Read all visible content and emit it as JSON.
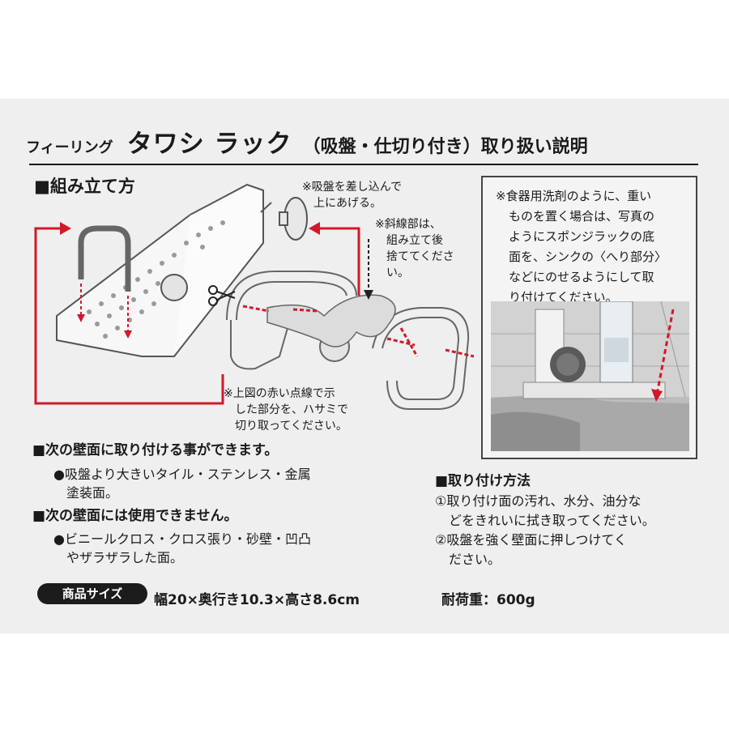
{
  "title": {
    "brand": "フィーリング",
    "product": "タワシ ラック",
    "subtitle": "（吸盤・仕切り付き）取り扱い説明"
  },
  "assembly": {
    "heading": "■組み立て方",
    "note_suction": [
      "※吸盤を差し込んで",
      "上にあげる。"
    ],
    "note_hatched": [
      "※斜線部は、",
      "組み立て後",
      "捨ててくださ",
      "い。"
    ],
    "note_cut": [
      "※上図の赤い点線で示",
      "した部分を、ハサミで",
      "切り取ってください。"
    ]
  },
  "photo_note": [
    "※食器用洗剤のように、重い",
    "ものを置く場合は、写真の",
    "ようにスポンジラックの底",
    "面を、シンクの〈へり部分〉",
    "などにのせるようにして取",
    "り付けてください。"
  ],
  "walls_ok": {
    "heading": "■次の壁面に取り付ける事ができます。",
    "lines": [
      "●吸盤より大きいタイル・ステンレス・金属",
      "塗装面。"
    ]
  },
  "walls_ng": {
    "heading": "■次の壁面には使用できません。",
    "lines": [
      "●ビニールクロス・クロス張り・砂壁・凹凸",
      "やザラザラした面。"
    ]
  },
  "mounting": {
    "heading": "■取り付け方法",
    "lines": [
      "①取り付け面の汚れ、水分、油分な",
      "どをきれいに拭き取ってください。",
      "②吸盤を強く壁面に押しつけてく",
      "ださい。"
    ]
  },
  "size": {
    "label": "商品サイズ",
    "value": "幅20×奥行き10.3×高さ8.6cm"
  },
  "load": "耐荷重：600g",
  "colors": {
    "accent_red": "#d3182a",
    "text": "#1a1a1a",
    "card": "#efefef"
  }
}
